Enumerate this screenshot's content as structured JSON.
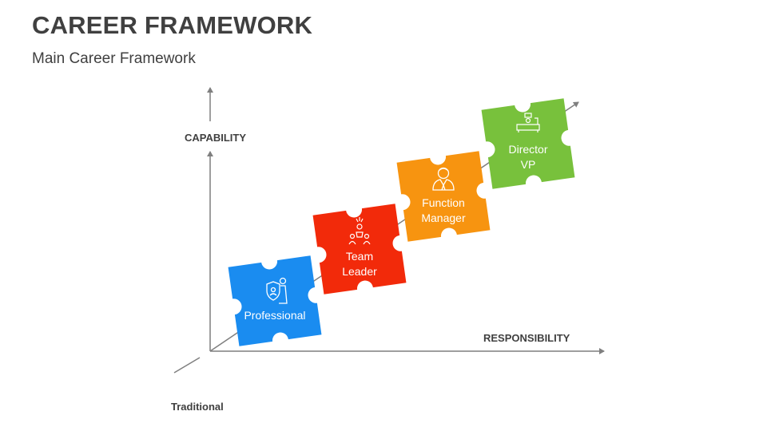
{
  "header": {
    "title": "CAREER FRAMEWORK",
    "subtitle": "Main Career Framework"
  },
  "axes": {
    "y_label": "CAPABILITY",
    "x_label": "RESPONSIBILITY",
    "origin_label": "Traditional"
  },
  "steps": [
    {
      "line1": "Professional",
      "line2": "",
      "color": "#1a8cf0",
      "icon": "shield-person-icon"
    },
    {
      "line1": "Team",
      "line2": "Leader",
      "color": "#f22a0a",
      "icon": "team-group-icon"
    },
    {
      "line1": "Function",
      "line2": "Manager",
      "color": "#f79410",
      "icon": "manager-person-icon"
    },
    {
      "line1": "Director",
      "line2": "VP",
      "color": "#78c13c",
      "icon": "director-desk-icon"
    }
  ]
}
